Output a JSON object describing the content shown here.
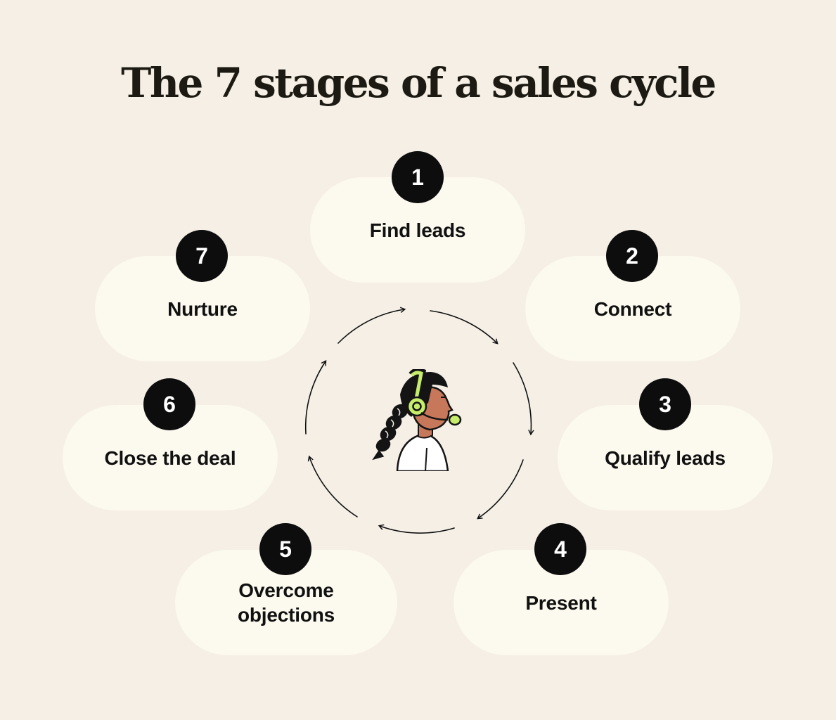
{
  "title": "The 7 stages of a sales cycle",
  "stages": [
    {
      "number": "1",
      "label": "Find leads"
    },
    {
      "number": "2",
      "label": "Connect"
    },
    {
      "number": "3",
      "label": "Qualify leads"
    },
    {
      "number": "4",
      "label": "Present"
    },
    {
      "number": "5",
      "label": "Overcome\nobjections"
    },
    {
      "number": "6",
      "label": "Close the deal"
    },
    {
      "number": "7",
      "label": "Nurture"
    }
  ],
  "center_icon": "headset-agent-icon",
  "colors": {
    "background": "#f5efe6",
    "pill": "#fcf9ee",
    "badge": "#0d0d0d",
    "text": "#111111",
    "headset_accent": "#c7ee6b",
    "skin": "#c8785a"
  }
}
